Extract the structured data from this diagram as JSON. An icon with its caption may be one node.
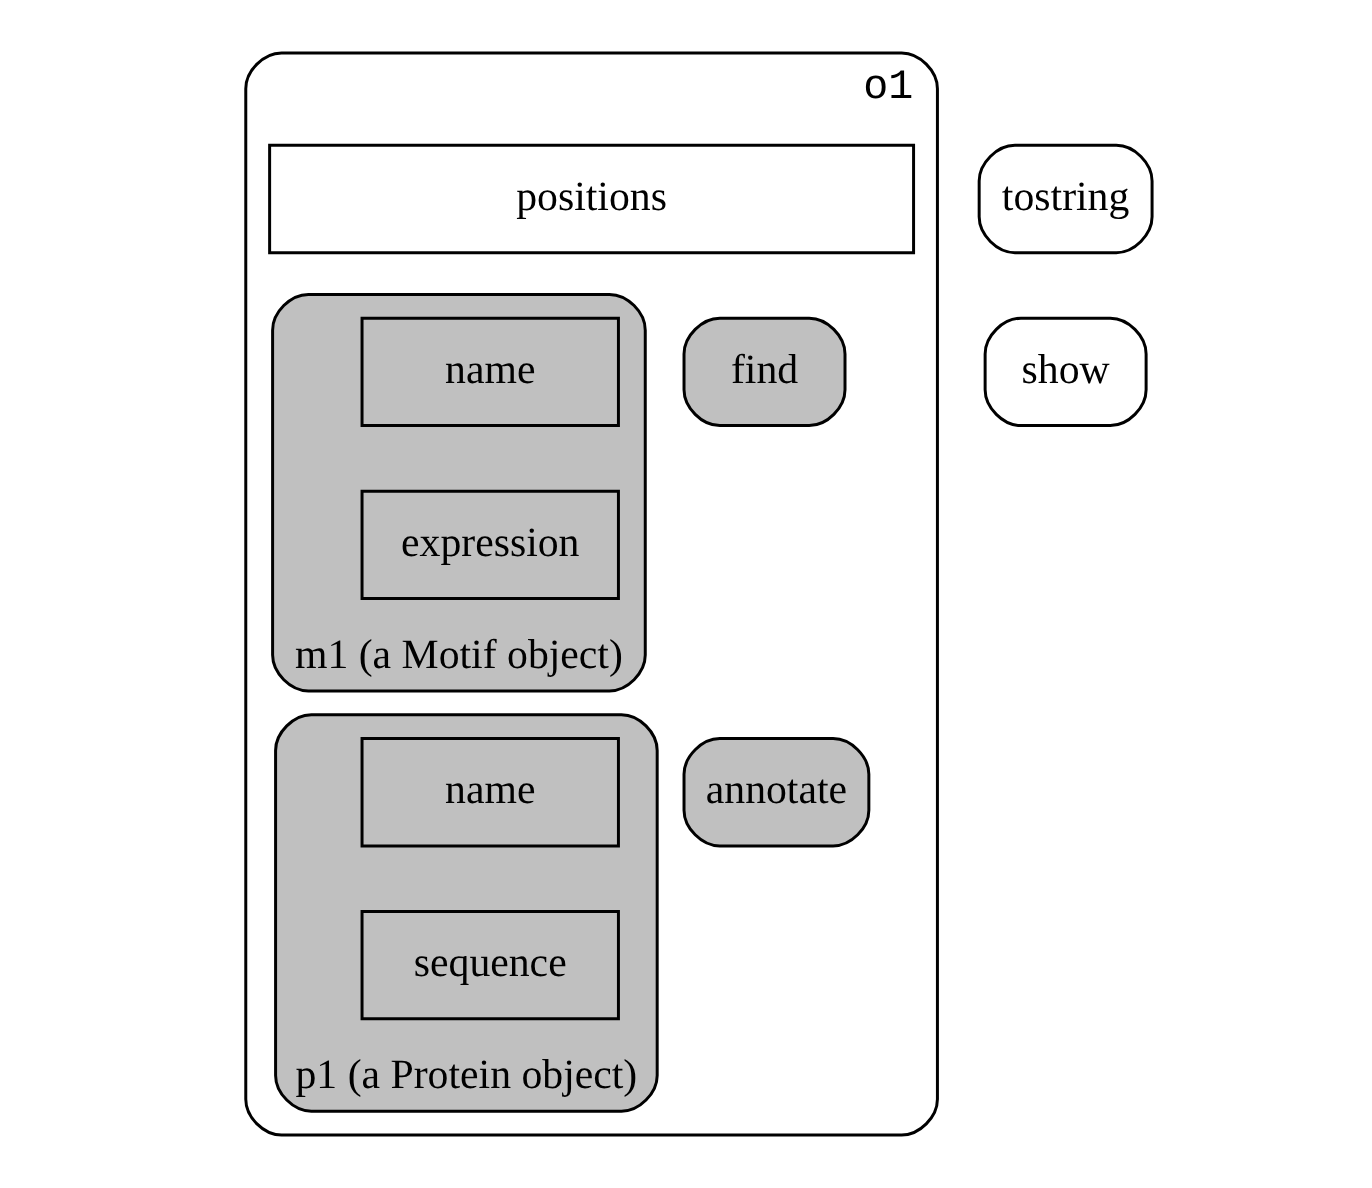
{
  "diagram": {
    "nodes": [
      {
        "text": [
          "o1"
        ]
      },
      {
        "text": [
          "positions"
        ],
        "in": 0
      },
      {
        "text": [
          "m1 (a Motif object)"
        ],
        "in": 0
      },
      {
        "text": [
          "name"
        ],
        "in": 2
      },
      {
        "text": [
          "expression"
        ],
        "in": 2
      },
      {
        "text": [
          "find"
        ],
        "in": 0
      },
      {
        "text": [
          "p1 (a Protein object)"
        ],
        "in": 0
      },
      {
        "text": [
          "name"
        ],
        "in": 6
      },
      {
        "text": [
          "sequence"
        ],
        "in": 6
      },
      {
        "text": [
          "annotate"
        ],
        "in": 0
      },
      {
        "text": [
          "tostring"
        ]
      },
      {
        "text": [
          "show"
        ]
      }
    ]
  }
}
